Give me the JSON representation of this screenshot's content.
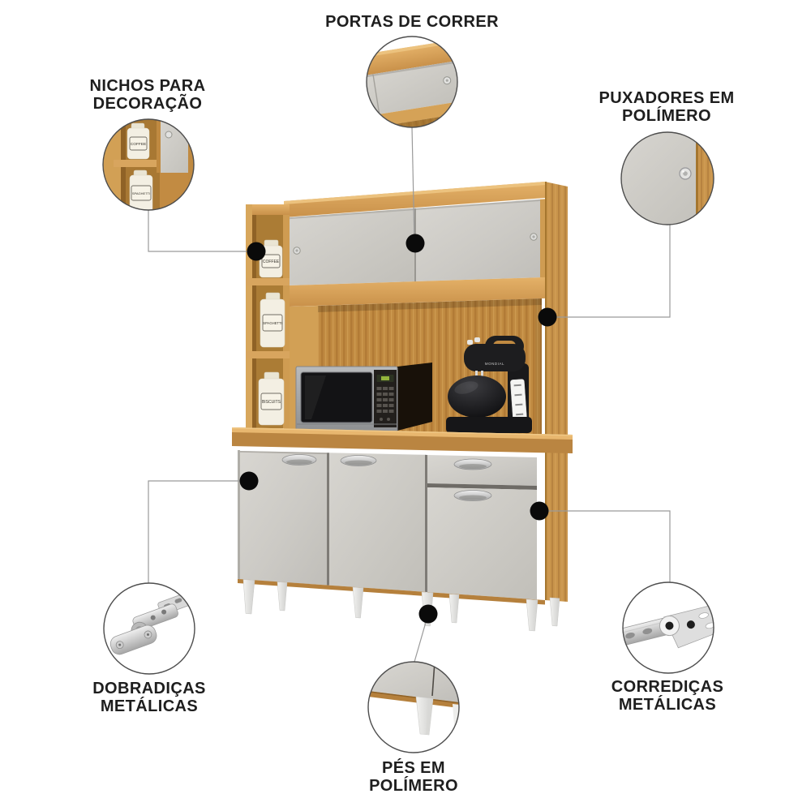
{
  "figure": {
    "kind": "kitchen cabinet feature callout diagram",
    "background": "#ffffff"
  },
  "callouts": {
    "portas": {
      "label": "PORTAS DE CORRER"
    },
    "nichos": {
      "label": "NICHOS PARA\nDECORAÇÃO"
    },
    "puxadores": {
      "label": "PUXADORES EM\nPOLÍMERO"
    },
    "dobradicas": {
      "label": "DOBRADIÇAS\nMETÁLICAS"
    },
    "corredicas": {
      "label": "CORREDIÇAS\nMETÁLICAS"
    },
    "pes": {
      "label": "PÉS EM\nPOLÍMERO"
    }
  },
  "product": {
    "jars": [
      "COFFEE",
      "SPAGHETTI",
      "BISCUITS"
    ],
    "mixer_brand": "MONDIAL"
  },
  "colors": {
    "wood": "#d3a05a",
    "wood_dark": "#b07f3e",
    "door_gray": "#cbc9c4",
    "counter_edge": "#ba8541",
    "label_text": "#1e1e1e",
    "leader_line": "#9a9a9a",
    "anchor_dot": "#0a0a0a"
  }
}
